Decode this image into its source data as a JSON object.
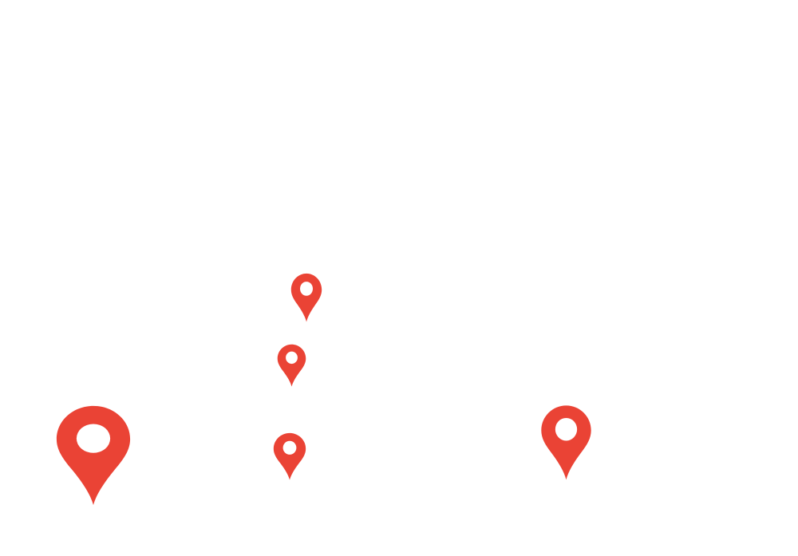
{
  "map": {
    "background_color": "#ffffff",
    "marker_color": "#ea4335",
    "marker_hole_color": "#ffffff",
    "marker_icon": "map-pin-icon",
    "markers": [
      {
        "id": "marker-1"
      },
      {
        "id": "marker-2"
      },
      {
        "id": "marker-3"
      },
      {
        "id": "marker-4"
      },
      {
        "id": "marker-5"
      }
    ]
  }
}
